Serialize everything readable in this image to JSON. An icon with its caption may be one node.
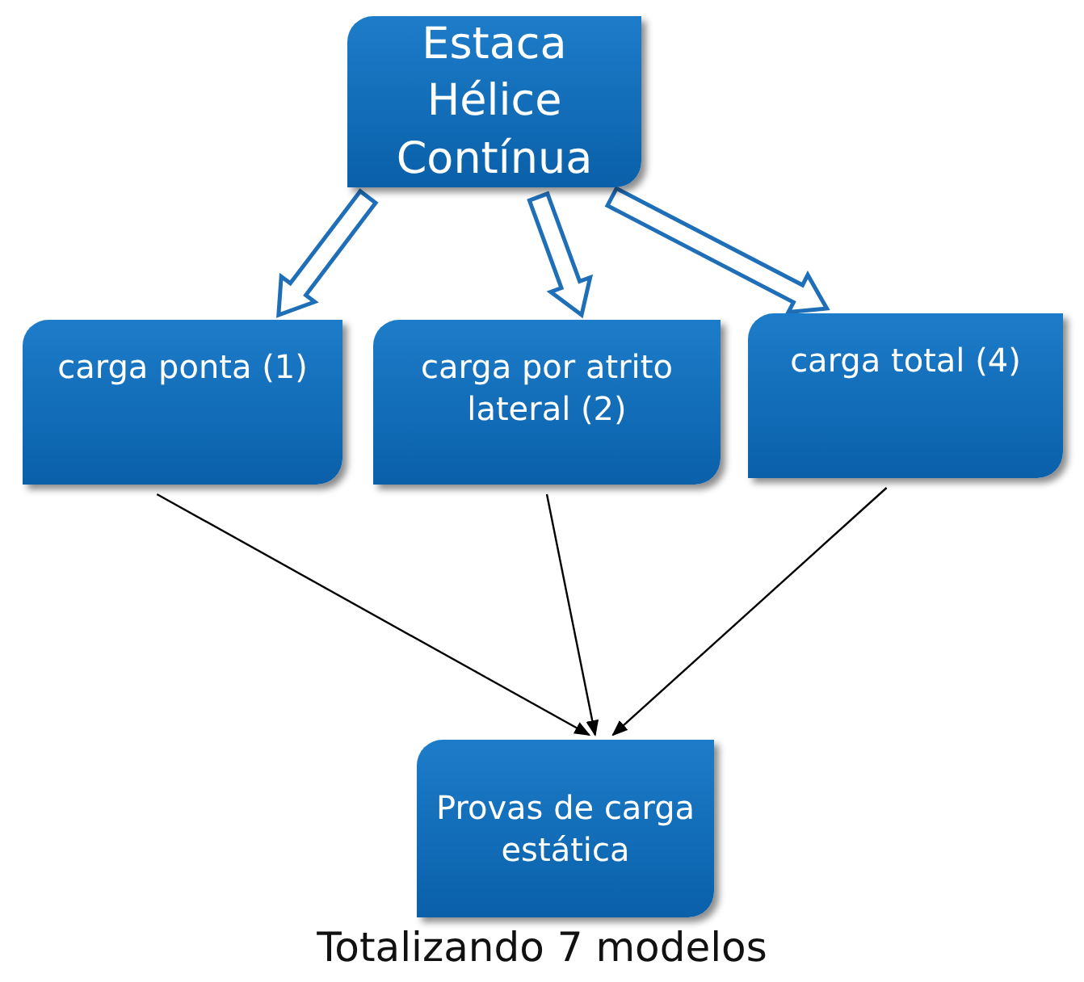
{
  "diagram": {
    "caption": "Totalizando 7 modelos",
    "nodes": [
      {
        "text": [
          "Estaca Hélice Contínua"
        ]
      },
      {
        "text": [
          "carga ponta (1)"
        ]
      },
      {
        "text": [
          "carga por atrito lateral (2)"
        ]
      },
      {
        "text": [
          "carga total (4)"
        ]
      },
      {
        "text": [
          "Provas de carga estática"
        ]
      }
    ],
    "edges": [
      {
        "from": 0,
        "to": 1,
        "arrow": "to",
        "style": "thick",
        "color": "#1f6fb8"
      },
      {
        "from": 0,
        "to": 2,
        "arrow": "to",
        "style": "thick",
        "color": "#1f6fb8"
      },
      {
        "from": 0,
        "to": 3,
        "arrow": "to",
        "style": "thick",
        "color": "#1f6fb8"
      },
      {
        "from": 1,
        "to": 4,
        "arrow": "to"
      },
      {
        "from": 2,
        "to": 4,
        "arrow": "to"
      },
      {
        "from": 3,
        "to": 4,
        "arrow": "to"
      }
    ]
  }
}
